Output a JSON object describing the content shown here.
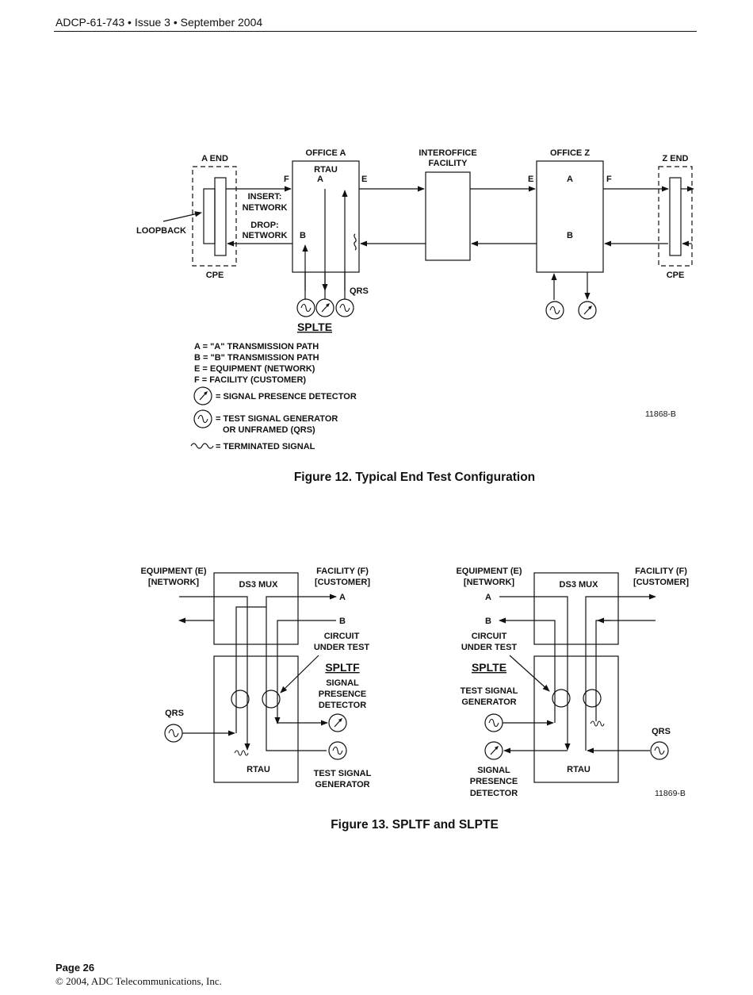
{
  "header": {
    "text": "ADCP-61-743 • Issue 3 • September 2004"
  },
  "fig12": {
    "a_end": "A END",
    "office_a": "OFFICE A",
    "rtau": "RTAU",
    "interoffice_1": "INTEROFFICE",
    "interoffice_2": "FACILITY",
    "office_z": "OFFICE Z",
    "z_end": "Z END",
    "f": "F",
    "e": "E",
    "a": "A",
    "b": "B",
    "insert_1": "INSERT:",
    "insert_2": "NETWORK",
    "drop_1": "DROP:",
    "drop_2": "NETWORK",
    "loopback": "LOOPBACK",
    "cpe": "CPE",
    "qrs": "QRS",
    "splte": "SPLTE",
    "legend": [
      "A = \"A\" TRANSMISSION PATH",
      "B = \"B\" TRANSMISSION PATH",
      "E = EQUIPMENT (NETWORK)",
      "F = FACILITY (CUSTOMER)"
    ],
    "legend_spd": "= SIGNAL PRESENCE DETECTOR",
    "legend_tsg_1": "= TEST SIGNAL GENERATOR",
    "legend_tsg_2": "OR UNFRAMED (QRS)",
    "legend_term": "= TERMINATED SIGNAL",
    "id": "11868-B",
    "caption": "Figure 12. Typical End Test Configuration"
  },
  "fig13": {
    "eq_1": "EQUIPMENT (E)",
    "eq_2": "[NETWORK]",
    "fac_1": "FACILITY (F)",
    "fac_2": "[CUSTOMER]",
    "ds3": "DS3 MUX",
    "rtau": "RTAU",
    "a": "A",
    "b": "B",
    "cut_1": "CIRCUIT",
    "cut_2": "UNDER TEST",
    "spltf": "SPLTF",
    "splte": "SPLTE",
    "spd_1": "SIGNAL",
    "spd_2": "PRESENCE",
    "spd_3": "DETECTOR",
    "tsg_1": "TEST SIGNAL",
    "tsg_2": "GENERATOR",
    "qrs": "QRS",
    "id": "11869-B",
    "caption": "Figure 13. SPLTF and SLPTE"
  },
  "footer": {
    "page": "Page 26",
    "copyright": "© 2004, ADC Telecommunications, Inc."
  }
}
